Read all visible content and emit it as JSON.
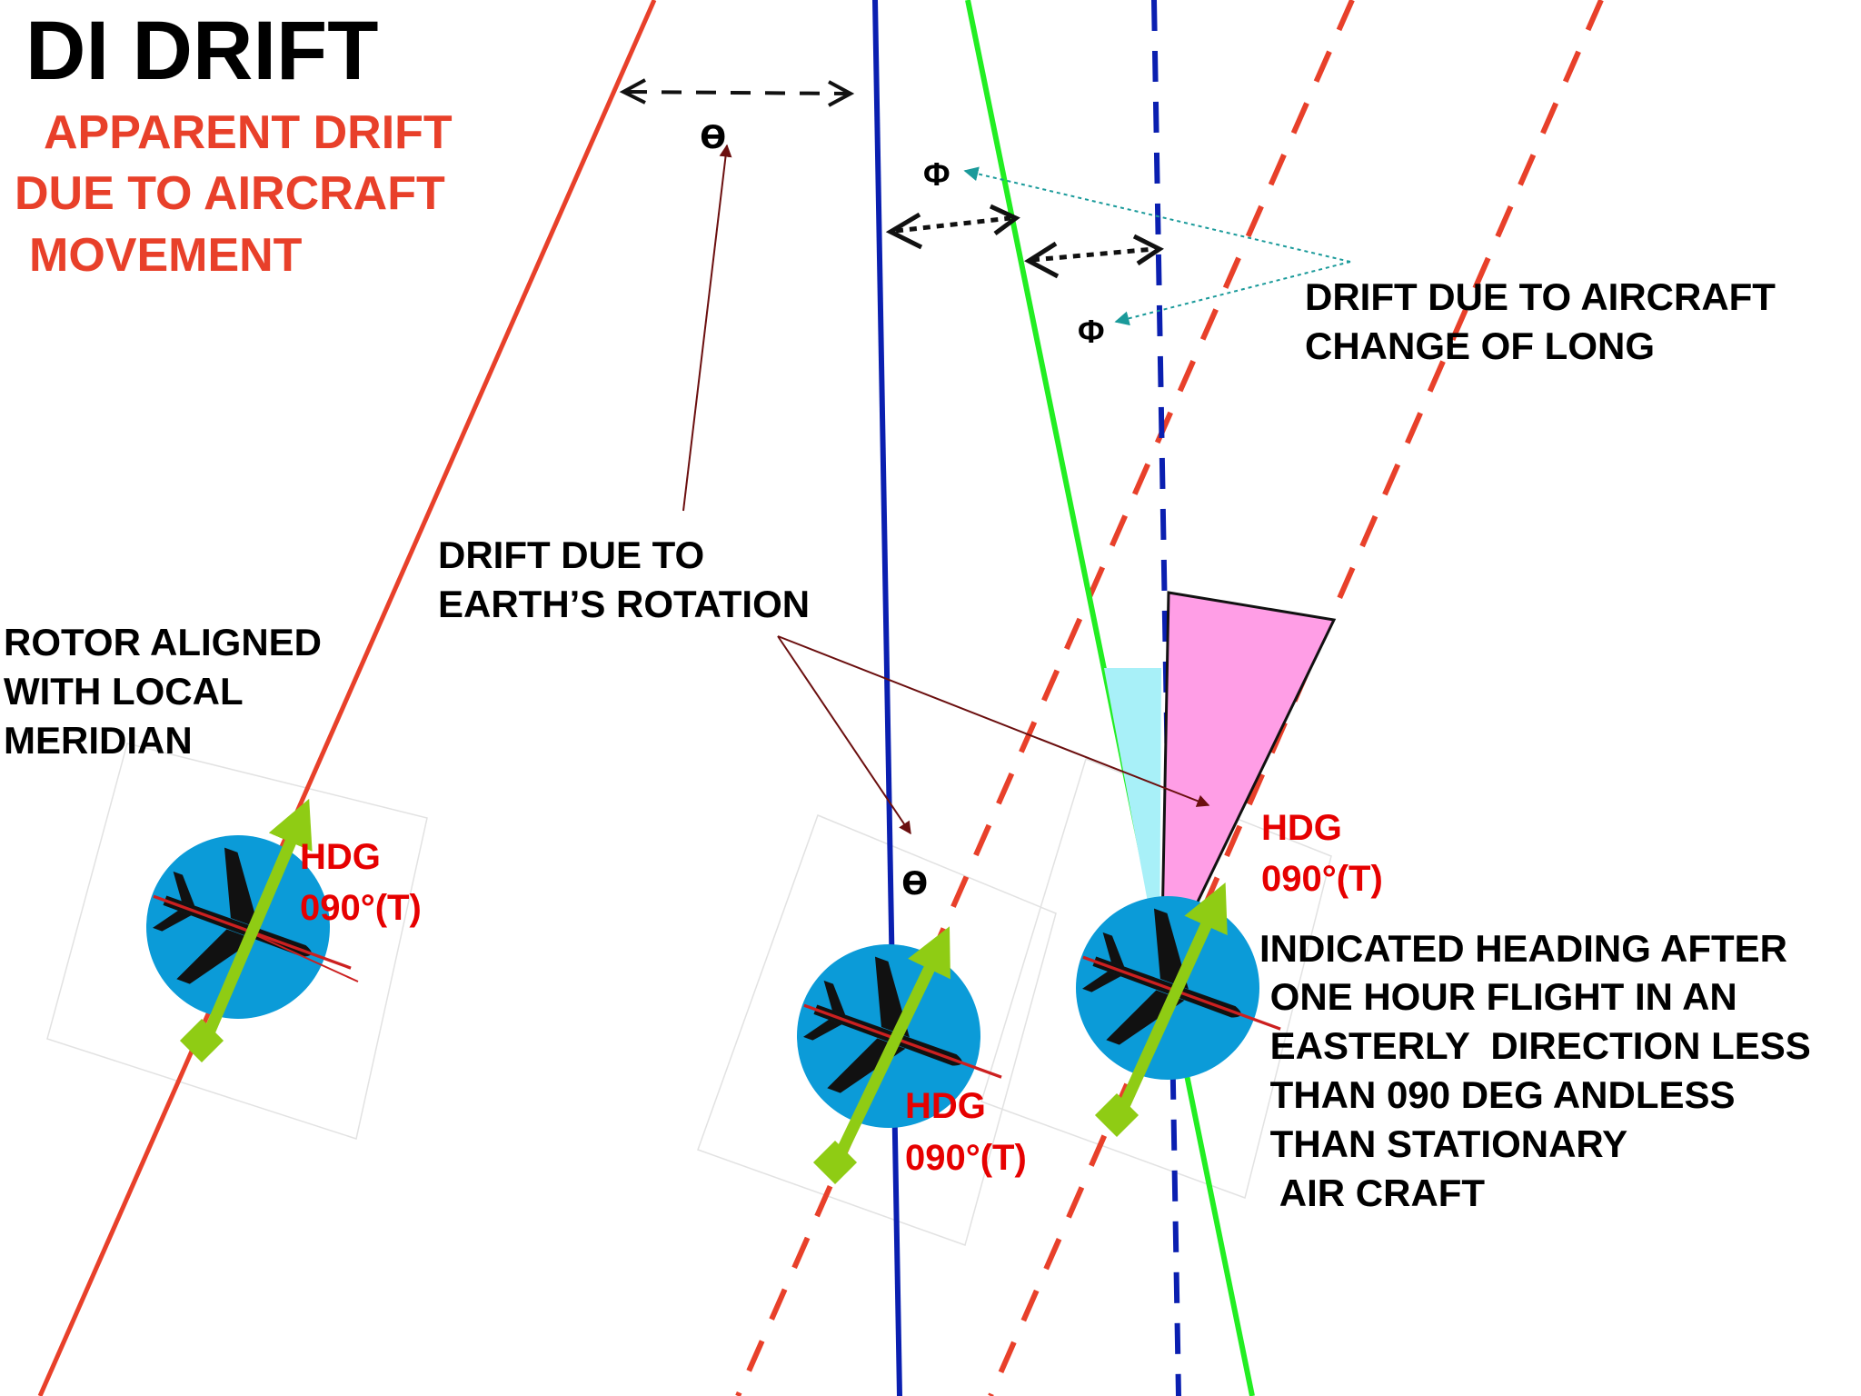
{
  "title": "DI DRIFT",
  "subtitle": {
    "line1": "APPARENT DRIFT",
    "line2": "DUE  TO AIRCRAFT",
    "line3": "MOVEMENT"
  },
  "symbols": {
    "theta": "ɵ",
    "phi": "Φ"
  },
  "labels": {
    "drift_long": [
      "DRIFT DUE TO AIRCRAFT",
      "CHANGE OF LONG"
    ],
    "drift_earth": [
      "DRIFT DUE TO",
      "EARTH’S ROTATION"
    ],
    "rotor": [
      "ROTOR ALIGNED",
      "WITH LOCAL",
      "MERIDIAN"
    ],
    "indicated": [
      "INDICATED HEADING AFTER",
      " ONE HOUR FLIGHT IN AN",
      " EASTERLY  DIRECTION LESS",
      " THAN 090 DEG ANDLESS",
      " THAN STATIONARY",
      "  AIR CRAFT"
    ]
  },
  "heading_badges": [
    {
      "hdg": "HDG",
      "value": "090°(T)"
    },
    {
      "hdg": "HDG",
      "value": "090°(T)"
    },
    {
      "hdg": "HDG",
      "value": "090°(T)"
    }
  ],
  "colors": {
    "meridian_red": "#e8402a",
    "meridian_blue": "#0a1fb0",
    "drift_green": "#22ee22",
    "heading_arrow": "#8fcc14",
    "circle_blue": "#0b9bd8",
    "wedge_pink": "#ff9ee6",
    "wedge_cyan": "#a8f0f8",
    "pointer_brown": "#6b0f0f",
    "pointer_teal": "#1a9a9a",
    "hdg_red": "#e60000"
  }
}
